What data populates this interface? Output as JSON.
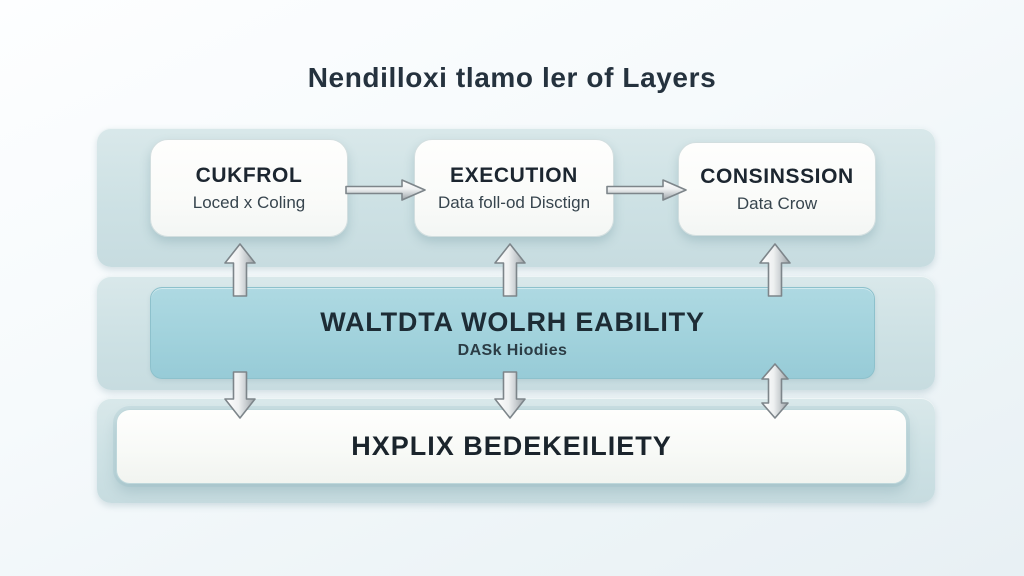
{
  "title": "Nendilloxi tlamo ler of Layers",
  "top_row": {
    "boxes": [
      {
        "title": "CUKFROL",
        "subtitle": "Loced x Coling"
      },
      {
        "title": "EXECUTION",
        "subtitle": "Data foll-od Disctign"
      },
      {
        "title": "CONSINSSION",
        "subtitle": "Data Crow"
      }
    ]
  },
  "middle_layer": {
    "title": "WALTDTA WOLRH EABILITY",
    "subtitle": "DASk Hiodies"
  },
  "bottom_layer": {
    "title": "HXPLIX BEDEKEILIETY"
  },
  "colors": {
    "background": "#f1f6f9",
    "band": "#cde1e4",
    "teal_panel": "#a1d2dc",
    "card": "#fafbf9",
    "title_text": "#25323e",
    "arrow_outline": "#7d858a"
  }
}
